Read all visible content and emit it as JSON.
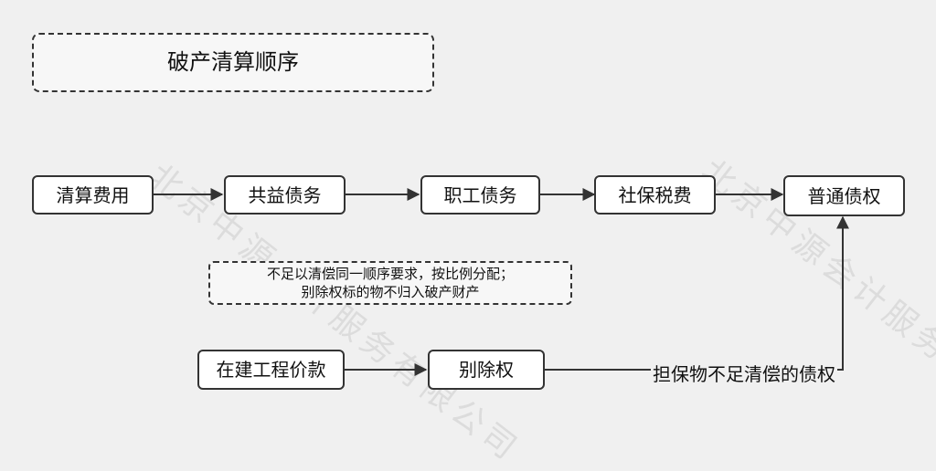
{
  "diagram": {
    "title": "破产清算顺序",
    "chain": [
      "清算费用",
      "共益债务",
      "职工债务",
      "社保税费",
      "普通债权"
    ],
    "note": [
      "不足以清偿同一顺序要求，按比例分配；",
      "别除权标的物不归入破产财产"
    ],
    "lower": [
      "在建工程价款",
      "别除权"
    ],
    "edge_label": "担保物不足清偿的债权"
  },
  "watermark": "北京中源会计服务有限公司",
  "colors": {
    "background": "#f0f0f0",
    "stroke": "#333333",
    "node_fill": "#ffffff"
  }
}
